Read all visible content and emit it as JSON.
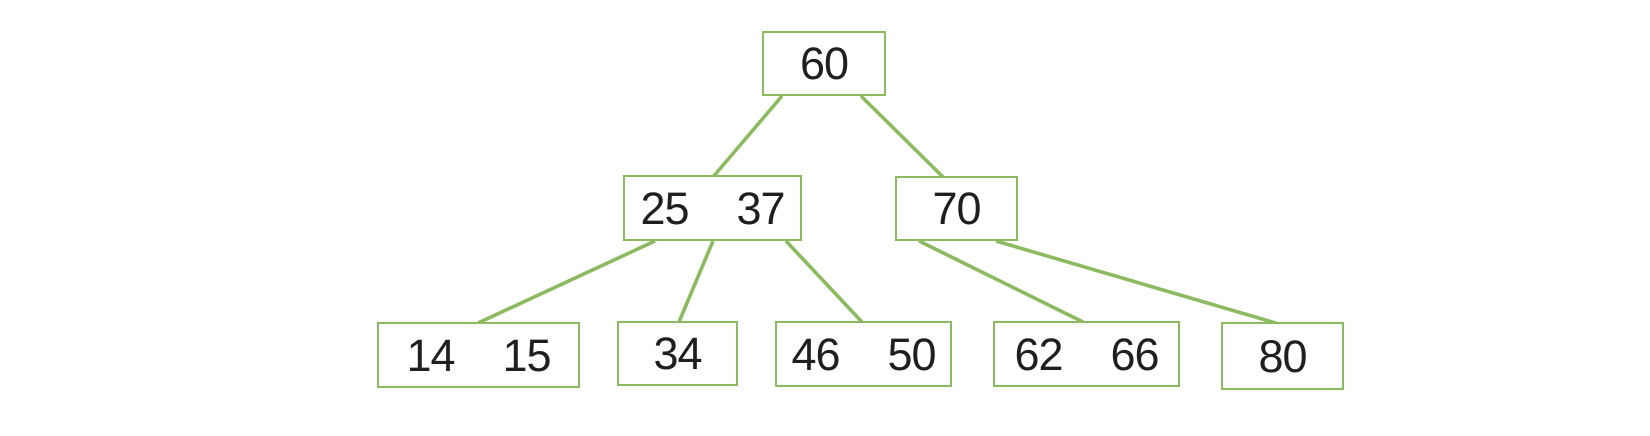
{
  "diagram_type": "b-tree",
  "colors": {
    "node_border": "#8bba60",
    "edge": "#8bba60",
    "text": "#1f1f1f",
    "background": "#ffffff"
  },
  "tree": {
    "nodes": [
      {
        "id": "n60",
        "level": 0,
        "keys": [
          "60"
        ]
      },
      {
        "id": "n25-37",
        "level": 1,
        "keys": [
          "25",
          "37"
        ]
      },
      {
        "id": "n70",
        "level": 1,
        "keys": [
          "70"
        ]
      },
      {
        "id": "n14-15",
        "level": 2,
        "keys": [
          "14",
          "15"
        ]
      },
      {
        "id": "n34",
        "level": 2,
        "keys": [
          "34"
        ]
      },
      {
        "id": "n46-50",
        "level": 2,
        "keys": [
          "46",
          "50"
        ]
      },
      {
        "id": "n62-66",
        "level": 2,
        "keys": [
          "62",
          "66"
        ]
      },
      {
        "id": "n80",
        "level": 2,
        "keys": [
          "80"
        ]
      }
    ],
    "edges": [
      {
        "from": "n60",
        "to": "n25-37"
      },
      {
        "from": "n60",
        "to": "n70"
      },
      {
        "from": "n25-37",
        "to": "n14-15"
      },
      {
        "from": "n25-37",
        "to": "n34"
      },
      {
        "from": "n25-37",
        "to": "n46-50"
      },
      {
        "from": "n70",
        "to": "n62-66"
      },
      {
        "from": "n70",
        "to": "n80"
      }
    ]
  }
}
